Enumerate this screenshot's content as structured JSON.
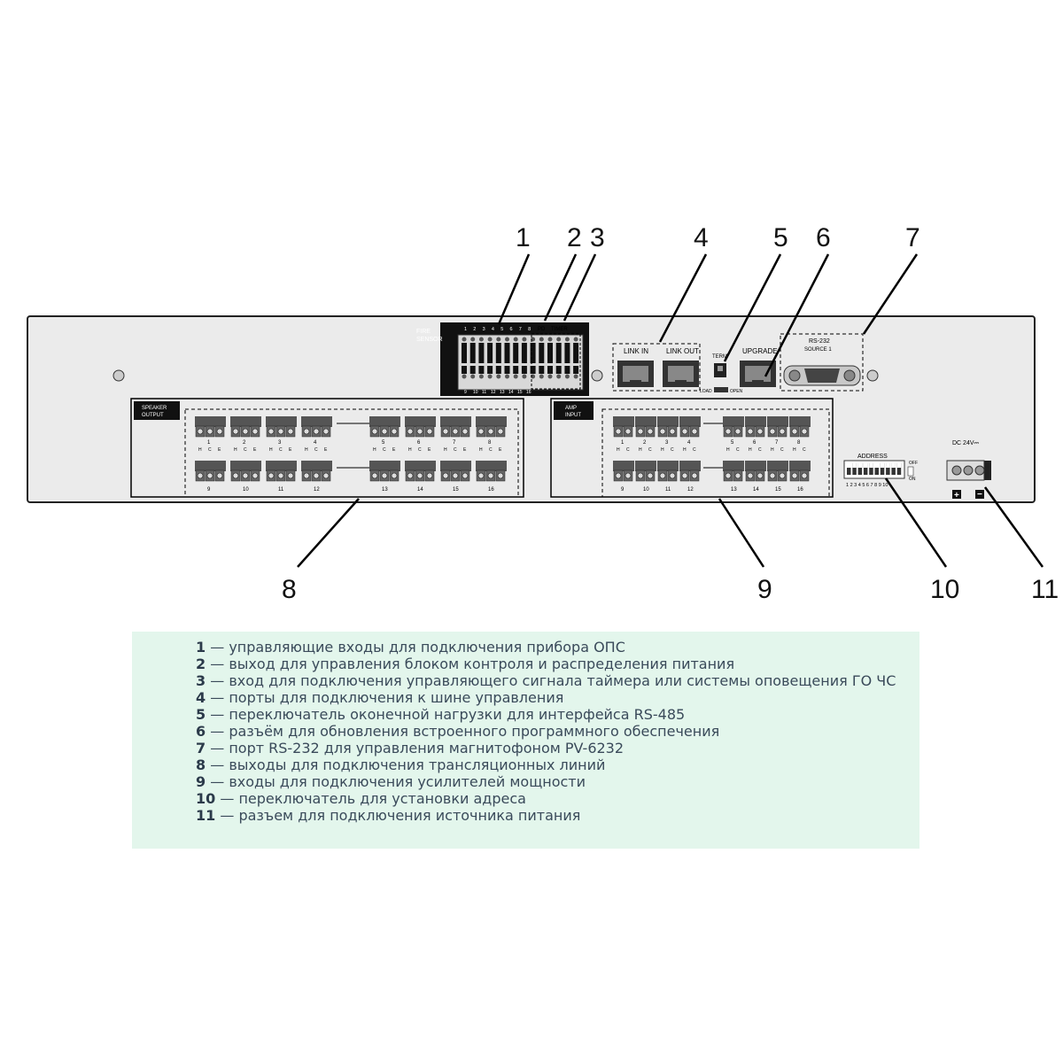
{
  "callouts": [
    "1",
    "2",
    "3",
    "4",
    "5",
    "6",
    "7",
    "8",
    "9",
    "10",
    "11"
  ],
  "panel_labels": {
    "fire_sensor_1": "FIRE",
    "fire_sensor_2": "SENSOR",
    "pd": "PD",
    "timer": "TIMER",
    "fire_top_nums": [
      "1",
      "2",
      "3",
      "4",
      "5",
      "6",
      "7",
      "8"
    ],
    "fire_bottom_nums": [
      "9",
      "10",
      "11",
      "12",
      "13",
      "14",
      "15",
      "16"
    ],
    "link_in": "LINK IN",
    "link_out": "LINK OUT",
    "term": "TERM",
    "load": "LOAD",
    "open": "OPEN",
    "upgrade": "UPGRADE",
    "rs232": "RS-232",
    "source1": "SOURCE 1",
    "speaker_1": "SPEAKER",
    "speaker_2": "OUTPUT",
    "amp_1": "AMP",
    "amp_2": "INPUT",
    "address": "ADDRESS",
    "off": "OFF",
    "on": "ON",
    "address_nums": "1 2 3 4 5 6 7 8 9 10",
    "dc": "DC 24V⎓",
    "plus": "+",
    "minus": "−",
    "hce": [
      "H",
      "C",
      "E"
    ],
    "hc": [
      "H",
      "C"
    ],
    "speaker_nums_top": [
      "1",
      "2",
      "3",
      "4",
      "5",
      "6",
      "7",
      "8"
    ],
    "speaker_nums_bottom": [
      "9",
      "10",
      "11",
      "12",
      "13",
      "14",
      "15",
      "16"
    ]
  },
  "legend": [
    {
      "num": "1",
      "text": " — управляющие входы для подключения прибора ОПС"
    },
    {
      "num": "2",
      "text": " — выход для управления блоком контроля и распределения питания"
    },
    {
      "num": "3",
      "text": " — вход для подключения управляющего сигнала таймера или системы оповещения ГО ЧС"
    },
    {
      "num": "4",
      "text": " — порты для подключения к шине управления"
    },
    {
      "num": "5",
      "text": " — переключатель оконечной нагрузки для интерфейса RS-485"
    },
    {
      "num": "6",
      "text": " — разъём для обновления встроенного программного обеспечения"
    },
    {
      "num": "7",
      "text": " — порт RS-232 для управления магнитофоном PV-6232"
    },
    {
      "num": "8",
      "text": " — выходы для подключения трансляционных линий"
    },
    {
      "num": "9",
      "text": " — входы для подключения усилителей мощности"
    },
    {
      "num": "10",
      "text": " — переключатель для установки адреса"
    },
    {
      "num": "11",
      "text": " — разъем для подключения источника питания"
    }
  ]
}
